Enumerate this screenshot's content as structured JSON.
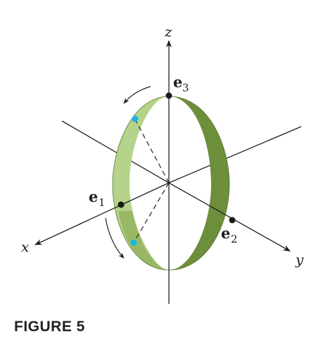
{
  "axes": {
    "x_label": "x",
    "y_label": "y",
    "z_label": "z"
  },
  "vectors": [
    {
      "name": "e",
      "subscript": "1"
    },
    {
      "name": "e",
      "subscript": "2"
    },
    {
      "name": "e",
      "subscript": "3"
    }
  ],
  "caption": "FIGURE 5",
  "colors": {
    "band_light": "#b5d38a",
    "band_dark": "#6d8e3a",
    "band_mid": "#8cad55",
    "point_blue": "#1ab4e8",
    "point_black": "#1a1a1a",
    "line": "#231f20"
  }
}
